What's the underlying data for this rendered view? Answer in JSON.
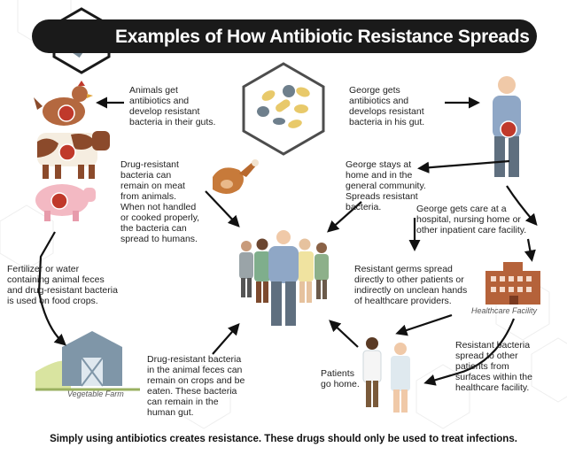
{
  "title": "Examples of How Antibiotic Resistance Spreads",
  "footer": "Simply using antibiotics creates resistance.  These drugs should only be used to treat infections.",
  "labels": {
    "healthcare_facility": "Healthcare Facility",
    "vegetable_farm": "Vegetable Farm"
  },
  "steps": {
    "animals": "Animals get\nantibiotics and\ndevelop resistant\nbacteria in their guts.",
    "george": "George gets\nantibiotics and\ndevelops resistant\nbacteria in his gut.",
    "meat": "Drug-resistant\nbacteria can\nremain on meat\nfrom animals.\nWhen not handled\nor cooked properly,\nthe bacteria can\nspread to humans.",
    "community": "George stays at\nhome and in the\ngeneral community.\nSpreads resistant\nbacteria.",
    "inpatient": "George gets care at a\nhospital, nursing home or\nother inpatient care facility.",
    "fertilizer": "Fertilizer or water\ncontaining animal feces\nand drug-resistant bacteria\nis used on food crops.",
    "germs": "Resistant germs spread\ndirectly to other patients or\nindirectly on unclean hands\nof healthcare providers.",
    "crops": "Drug-resistant bacteria\nin the animal feces can\nremain on crops and be\neaten. These bacteria\ncan remain in the\nhuman gut.",
    "patients_home": "Patients\ngo home.",
    "surfaces": "Resistant bacteria\nspread to other\npatients from\nsurfaces within the\nhealthcare facility."
  },
  "colors": {
    "title_bg": "#1a1a1a",
    "gut_red": "#c0392b",
    "cow_brown": "#8b4a2b",
    "pig_pink": "#f3b9c3",
    "hospital_brown": "#b5623a",
    "barn_gray": "#7f96a8",
    "hex_outline": "#555555"
  }
}
